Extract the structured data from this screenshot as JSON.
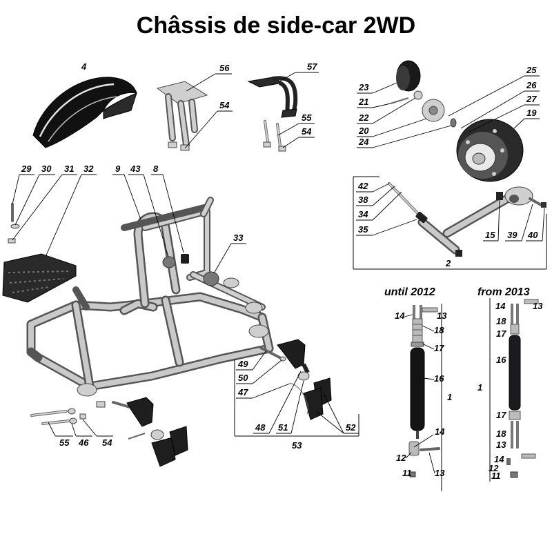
{
  "title": "Châssis de side-car 2WD",
  "variant_labels": {
    "until": "until 2012",
    "from": "from 2013"
  },
  "callouts": {
    "c4": "4",
    "c56": "56",
    "c57": "57",
    "c54a": "54",
    "c55a": "55",
    "c54b": "54",
    "c23": "23",
    "c21": "21",
    "c22": "22",
    "c20": "20",
    "c24": "24",
    "c25": "25",
    "c26": "26",
    "c27": "27",
    "c19": "19",
    "c42": "42",
    "c38": "38",
    "c34": "34",
    "c35": "35",
    "c15": "15",
    "c39": "39",
    "c40": "40",
    "c2": "2",
    "c29": "29",
    "c30": "30",
    "c31": "31",
    "c32": "32",
    "c9": "9",
    "c43": "43",
    "c8": "8",
    "c33": "33",
    "c49": "49",
    "c50": "50",
    "c47": "47",
    "c48": "48",
    "c51": "51",
    "c52": "52",
    "c53": "53",
    "c55b": "55",
    "c46": "46",
    "c54c": "54",
    "u14a": "14",
    "u13a": "13",
    "u18": "18",
    "u17": "17",
    "u16": "16",
    "u1": "1",
    "u14b": "14",
    "u12": "12",
    "u11": "11",
    "u13b": "13",
    "f14a": "14",
    "f13a": "13",
    "f18a": "18",
    "f17a": "17",
    "f16": "16",
    "f1": "1",
    "f17b": "17",
    "f18b": "18",
    "f13b": "13",
    "f14b": "14",
    "f12": "12",
    "f11": "11"
  }
}
